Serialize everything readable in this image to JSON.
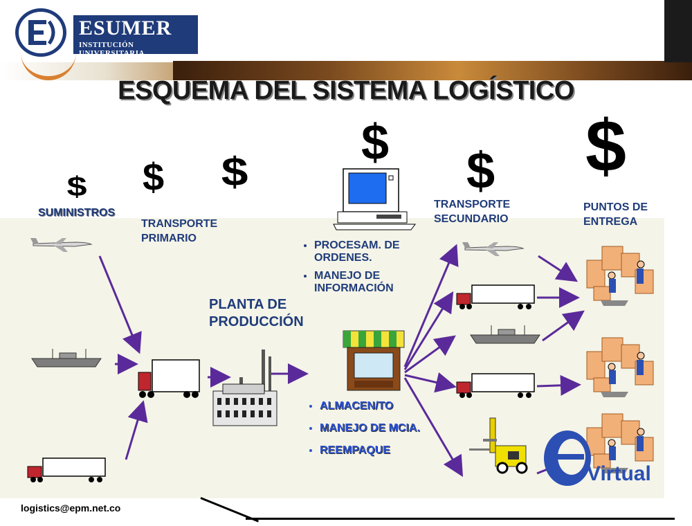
{
  "brand": {
    "name": "ESUMER",
    "subtitle": "INSTITUCIÓN UNIVERSITARIA"
  },
  "title": "ESQUEMA DEL SISTEMA LOGÍSTICO",
  "dollar_symbol": "$",
  "labels": {
    "suministros": "SUMINISTROS",
    "transporte_primario": [
      "TRANSPORTE",
      "PRIMARIO"
    ],
    "planta": [
      "PLANTA DE",
      "PRODUCCIÓN"
    ],
    "transporte_secundario": [
      "TRANSPORTE",
      "SECUNDARIO"
    ],
    "puntos_entrega": [
      "PUNTOS DE",
      "ENTREGA"
    ]
  },
  "info_bullets": [
    "PROCESAM. DE ORDENES.",
    "MANEJO DE INFORMACIÓN"
  ],
  "storage_bullets": [
    "ALMACEN/TO",
    "MANEJO DE MCIA.",
    "REEMPAQUE"
  ],
  "virtual_logo": "Virtual",
  "footer_email": "logistics@epm.net.co",
  "colors": {
    "arrow": "#5a2a9a",
    "label_blue": "#1f3b7a",
    "bullet_blue": "#2a52d6"
  }
}
